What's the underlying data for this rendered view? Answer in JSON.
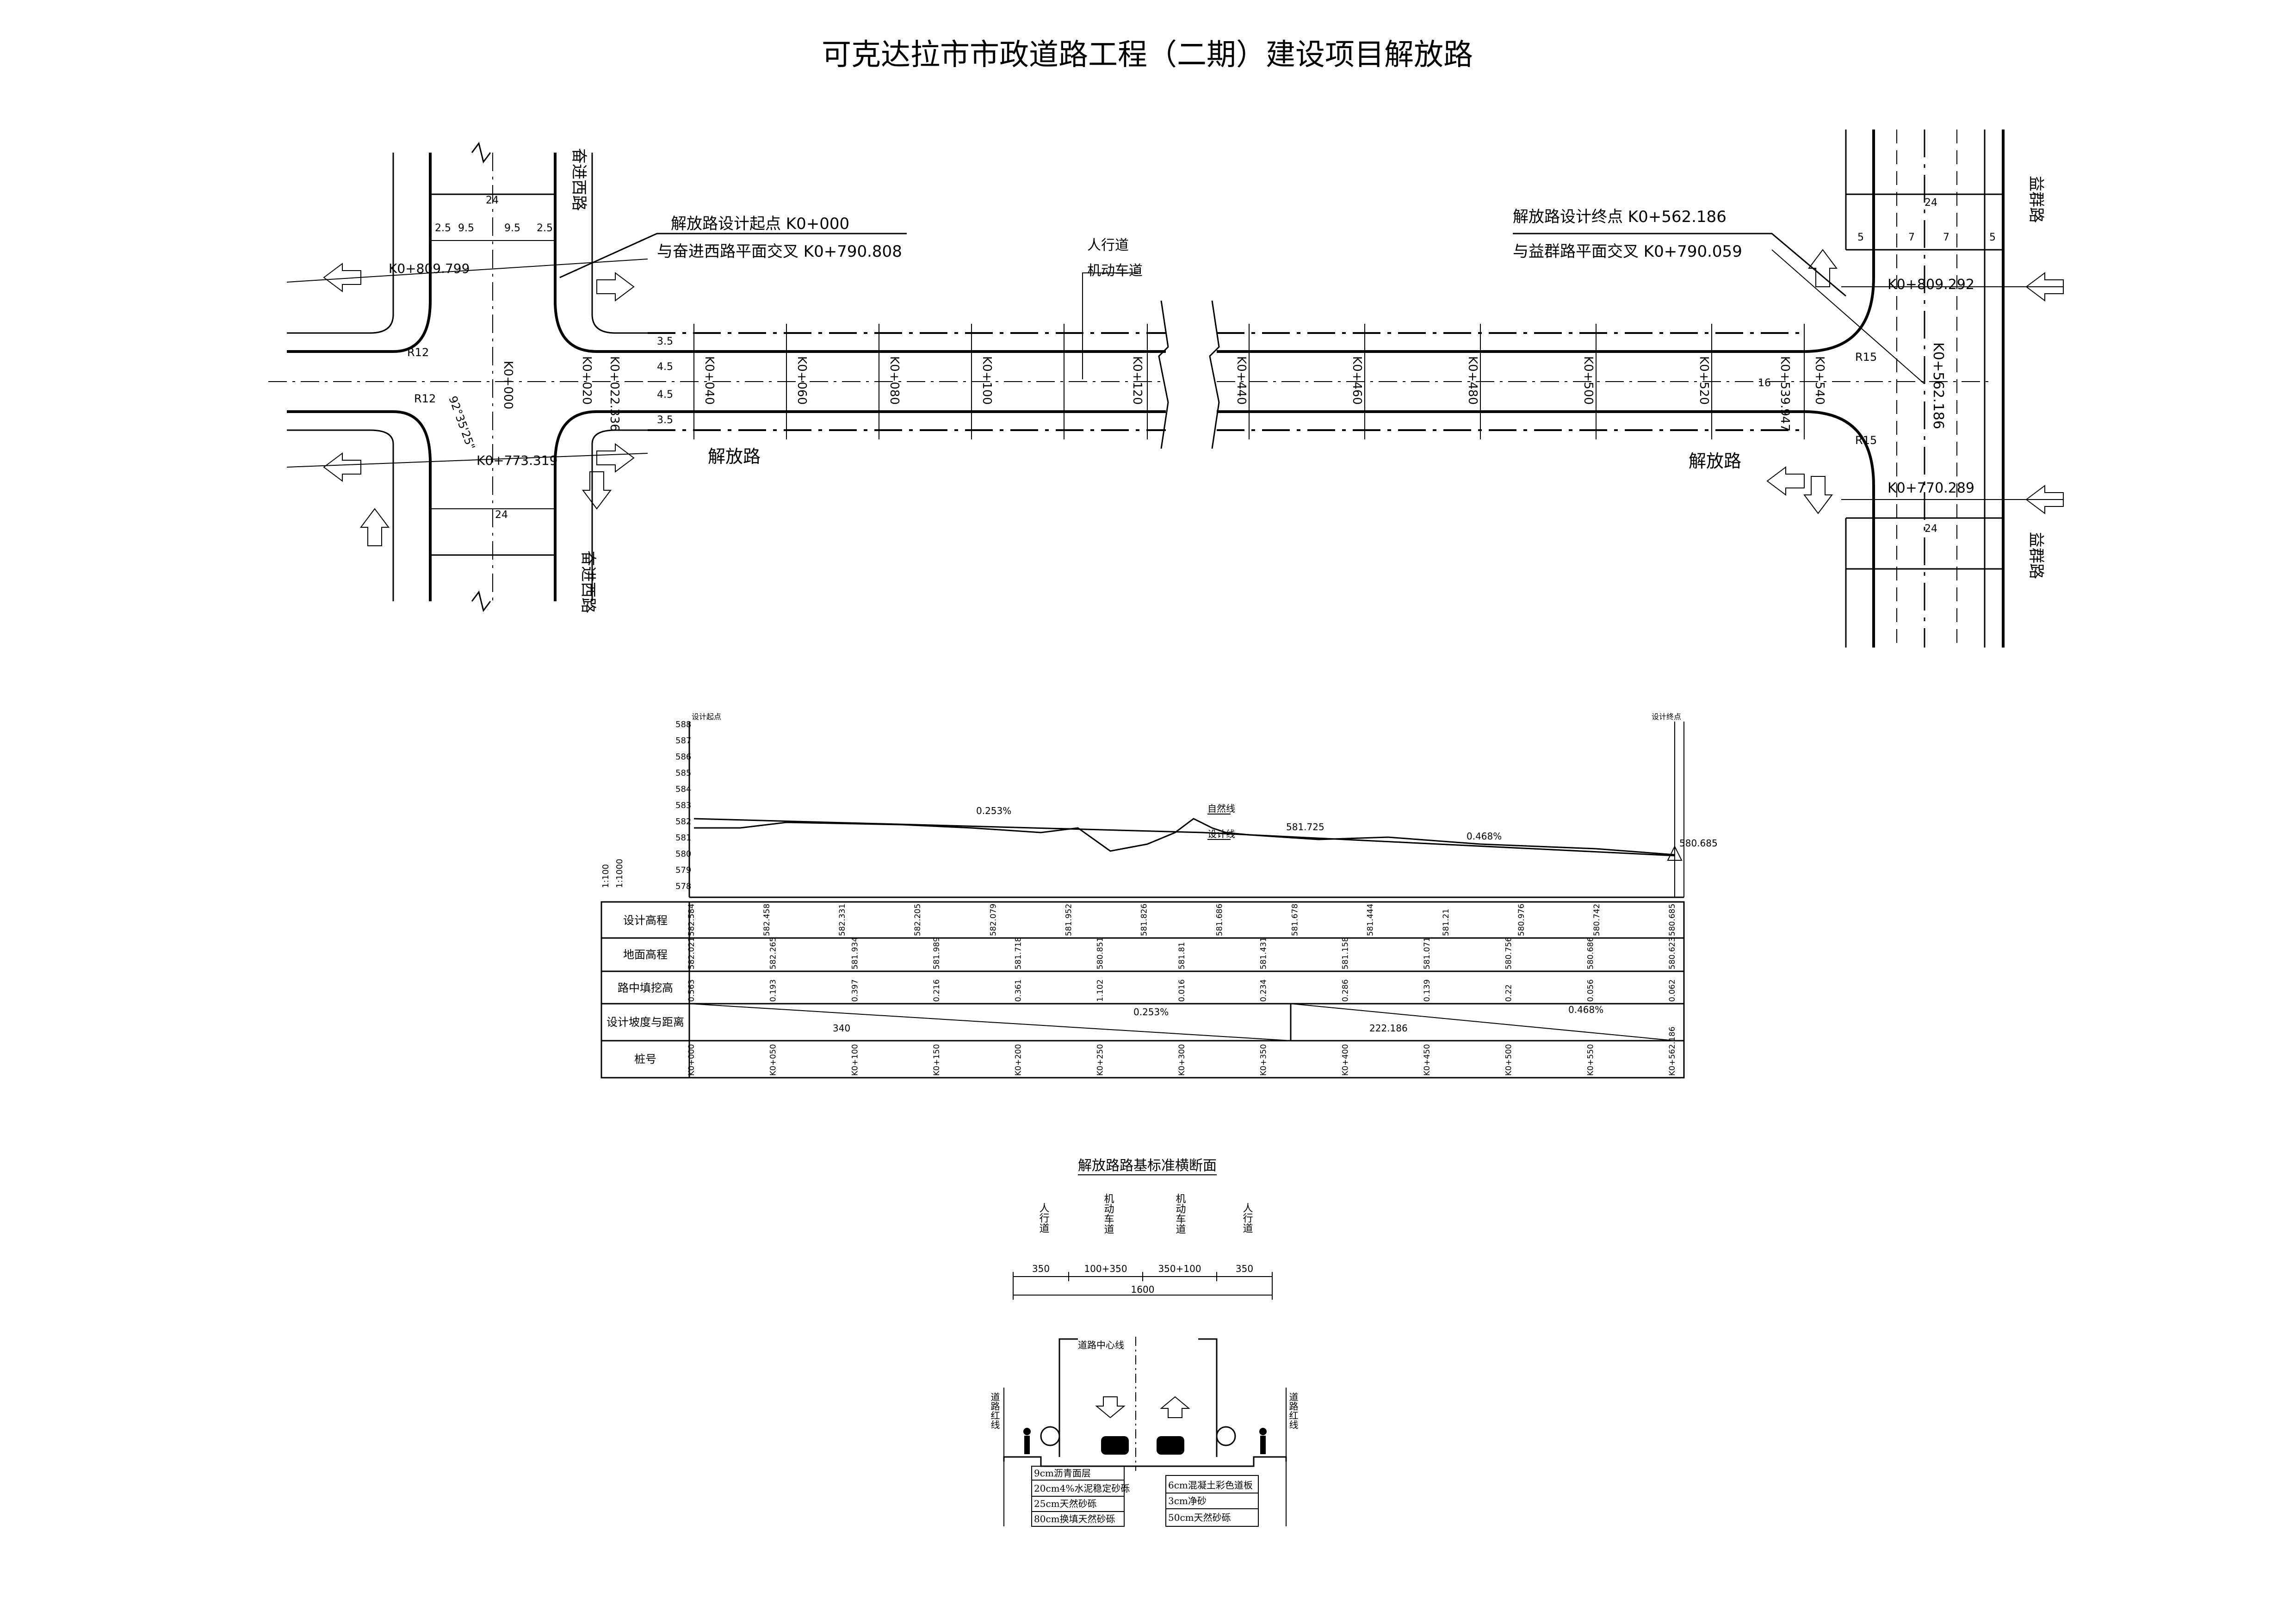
{
  "title": "可克达拉市市政道路工程（二期）建设项目解放路",
  "plan": {
    "road_name_left": "解放路",
    "road_name_right": "解放路",
    "cross_road_left": "奋进西路",
    "cross_road_right": "益群路",
    "start_note_line1": "解放路设计起点 K0+000",
    "start_note_line2": "与奋进西路平面交叉 K0+790.808",
    "end_note_line1": "解放路设计终点 K0+562.186",
    "end_note_line2": "与益群路平面交叉 K0+790.059",
    "legend_sidewalk": "人行道",
    "legend_motorway": "机动车道",
    "left_stations": [
      "K0+000",
      "K0+020",
      "K0+022.336",
      "K0+040",
      "K0+060",
      "K0+080",
      "K0+100",
      "K0+120"
    ],
    "right_stations": [
      "K0+440",
      "K0+460",
      "K0+480",
      "K0+500",
      "K0+520",
      "K0+539.947",
      "K0+540",
      "K0+562.186"
    ],
    "left_cross_stations": [
      "K0+809.799",
      "K0+773.319"
    ],
    "right_cross_stations": [
      "K0+809.292",
      "K0+770.289"
    ],
    "radius_labels": [
      "R12",
      "R15"
    ],
    "left_widths": [
      "2.5",
      "9.5",
      "9.5",
      "2.5",
      "24"
    ],
    "right_widths": [
      "5",
      "7",
      "7",
      "5",
      "24"
    ],
    "main_widths": [
      "3.5",
      "4.5",
      "4.5",
      "3.5",
      "16"
    ],
    "angle_label": "92°35'25\""
  },
  "profile": {
    "scale": "1:1000",
    "scale_v": "1:100",
    "y_ticks": [
      "588",
      "587",
      "586",
      "585",
      "584",
      "583",
      "582",
      "581",
      "580",
      "579",
      "578"
    ],
    "labels": {
      "natural": "自然线",
      "design": "设计线",
      "start": "设计起点",
      "end": "设计终点"
    },
    "grade1": "0.253%",
    "grade2": "0.468%",
    "pv_elev": "581.725",
    "end_elev": "580.685",
    "rows": [
      "设计高程",
      "地面高程",
      "路中填挖高",
      "设计坡度与距离",
      "桩号"
    ],
    "design_elev": [
      "582.584",
      "582.458",
      "582.331",
      "582.205",
      "582.079",
      "581.952",
      "581.826",
      "581.686",
      "581.678",
      "581.444",
      "581.21",
      "580.976",
      "580.742",
      "580.685"
    ],
    "ground_elev": [
      "582.021",
      "582.265",
      "581.934",
      "581.989",
      "581.718",
      "580.851",
      "581.81",
      "581.431",
      "581.158",
      "581.071",
      "580.756",
      "580.686",
      "580.623"
    ],
    "fill_cut": [
      "0.563",
      "0.193",
      "0.397",
      "0.216",
      "0.361",
      "1.102",
      "0.016",
      "0.234",
      "0.286",
      "0.139",
      "0.22",
      "0.056",
      "0.062"
    ],
    "slope1": "0.253%",
    "dist1": "340",
    "slope2": "0.468%",
    "dist2": "222.186",
    "chainage": [
      "K0+000",
      "K0+050",
      "K0+100",
      "K0+150",
      "K0+200",
      "K0+250",
      "K0+300",
      "K0+350",
      "K0+400",
      "K0+450",
      "K0+500",
      "K0+550",
      "K0+562.186"
    ]
  },
  "section": {
    "title": "解放路路基标准横断面",
    "lanes": [
      "人行道",
      "机动车道",
      "机动车道",
      "人行道"
    ],
    "dims": [
      "350",
      "100+350",
      "350+100",
      "350"
    ],
    "total": "1600",
    "centerline": "道路中心线",
    "edge_label": "道路红线",
    "left_layers": [
      "9cm沥青面层",
      "20cm4%水泥稳定砂砾",
      "25cm天然砂砾",
      "80cm换填天然砂砾"
    ],
    "right_layers": [
      "6cm混凝土彩色道板",
      "3cm净砂",
      "50cm天然砂砾"
    ]
  }
}
